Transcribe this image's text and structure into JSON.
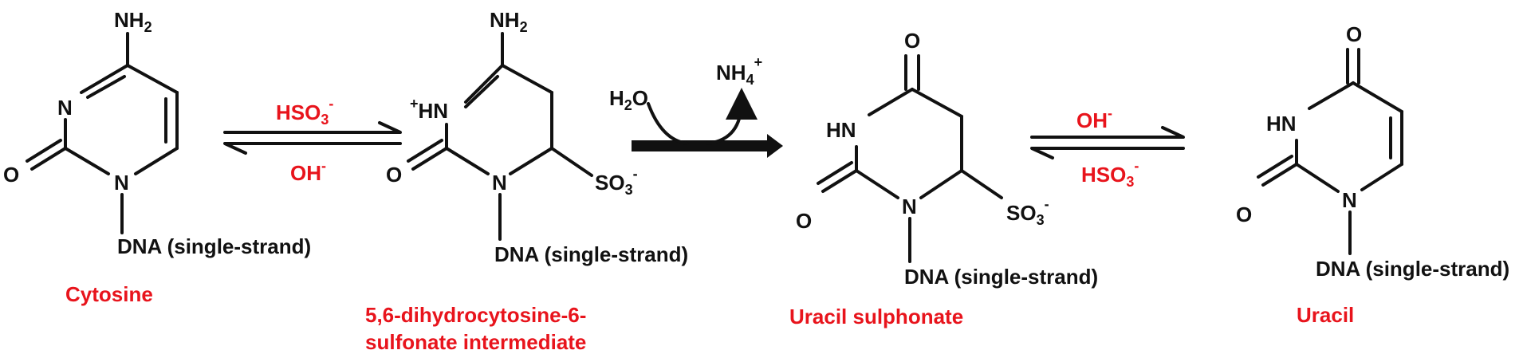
{
  "colors": {
    "name": "#e8141c",
    "sulfonate": "#1f4fe0",
    "ink": "#111111"
  },
  "atoms": {
    "nh2": "NH",
    "n": "N",
    "o": "O",
    "hn": "HN",
    "plus": "+",
    "minus": "-",
    "dna": "DNA (single-strand)",
    "so3_base": "SO",
    "sub2": "2",
    "sub3": "3",
    "sub4": "4",
    "h": "H"
  },
  "molecules": {
    "cytosine": "Cytosine",
    "intermediate_line1": "5,6-dihydrocytosine-6-",
    "intermediate_line2": "sulfonate intermediate",
    "uracil_sulphonate": "Uracil sulphonate",
    "uracil": "Uracil"
  },
  "reagents": {
    "step1_forward": "HSO",
    "step1_reverse": "OH",
    "step2_in": "H",
    "step2_in_tail": "O",
    "step2_out": "NH",
    "step3_forward": "OH",
    "step3_reverse": "HSO"
  }
}
